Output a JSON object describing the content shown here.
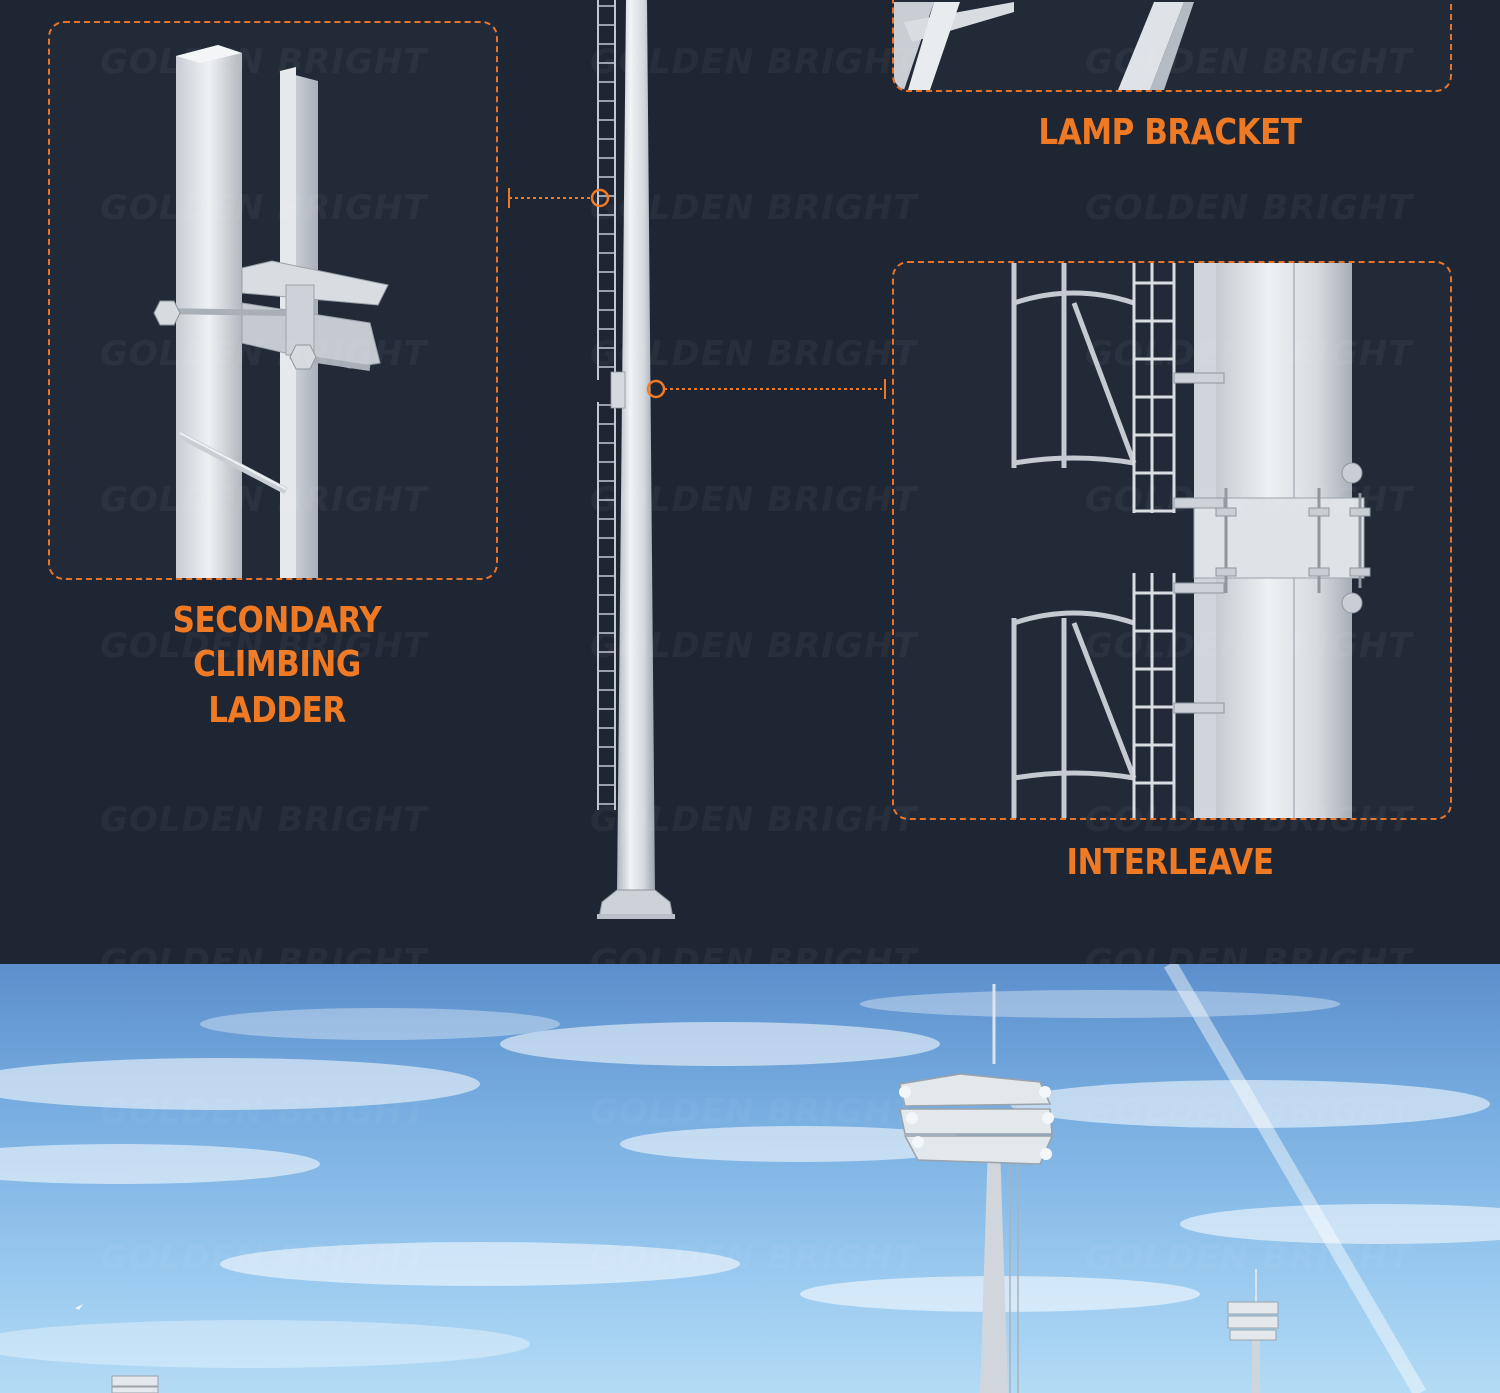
{
  "captions": {
    "secondary_ladder_line1": "SECONDARY",
    "secondary_ladder_line2": "CLIMBING LADDER",
    "lamp_bracket": "LAMP BRACKET",
    "interleave": "INTERLEAVE"
  },
  "watermark": "GOLDEN BRIGHT",
  "colors": {
    "background": "#1f2633",
    "accent_orange": "#f07a24",
    "steel": "#d6dbe0",
    "sky_top": "#5c8fcc",
    "sky_bottom": "#b3dbf5"
  }
}
